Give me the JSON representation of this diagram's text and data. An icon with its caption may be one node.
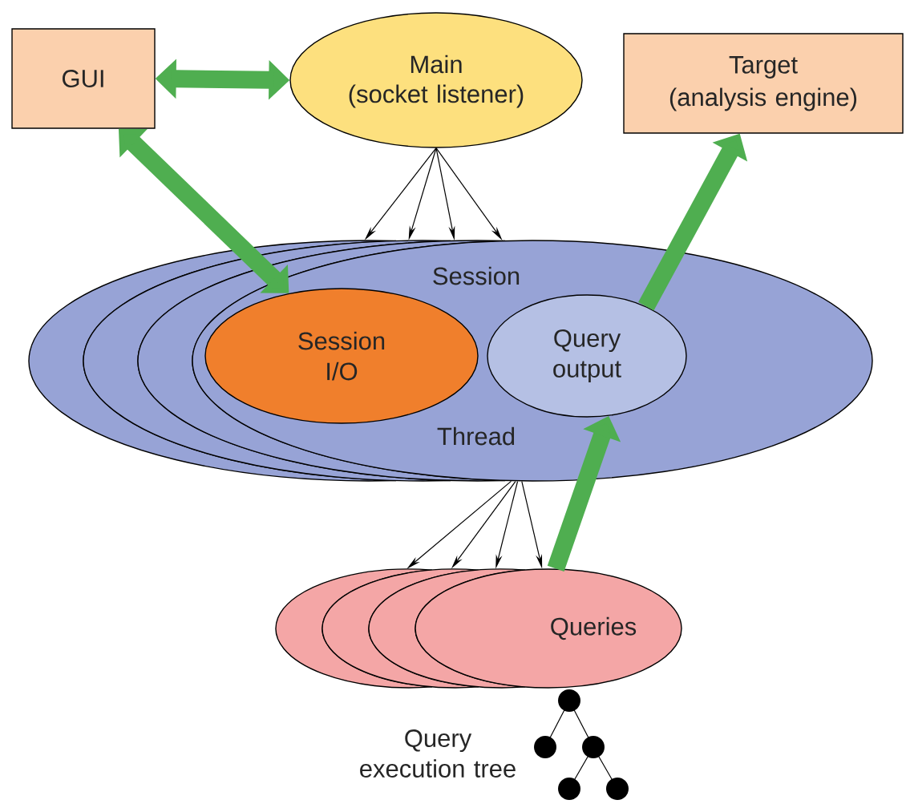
{
  "diagram": {
    "nodes": [
      {
        "text": [
          "GUI"
        ]
      },
      {
        "text": [
          "Main",
          "(socket listener)"
        ]
      },
      {
        "text": [
          "Target",
          "(analysis engine)"
        ]
      },
      {
        "text": [],
        "shape": "ellipse"
      },
      {
        "text": [],
        "shape": "ellipse"
      },
      {
        "text": [],
        "shape": "ellipse"
      },
      {
        "text": [
          "Session",
          "Thread"
        ]
      },
      {
        "text": [
          "Session I/O"
        ],
        "in": 6
      },
      {
        "text": [
          "Query output"
        ],
        "in": 6
      },
      {
        "text": [],
        "shape": "ellipse"
      },
      {
        "text": [],
        "shape": "ellipse"
      },
      {
        "text": [],
        "shape": "ellipse"
      },
      {
        "text": [
          "Queries"
        ]
      }
    ],
    "edges": [
      {
        "from": 0,
        "to": 1,
        "arrow": "both",
        "style": "thick",
        "color": "#4fae50"
      },
      {
        "from": 0,
        "to": 7,
        "arrow": "both",
        "style": "thick",
        "color": "#4fae50"
      },
      {
        "from": 8,
        "to": 2,
        "arrow": "to",
        "style": "thick",
        "color": "#4fae50"
      },
      {
        "from": 1,
        "to": 3,
        "arrow": "to"
      },
      {
        "from": 1,
        "to": 4,
        "arrow": "to"
      },
      {
        "from": 1,
        "to": 5,
        "arrow": "to"
      },
      {
        "from": 1,
        "to": 6,
        "arrow": "to"
      },
      {
        "from": 6,
        "to": 9,
        "arrow": "to"
      },
      {
        "from": 6,
        "to": 10,
        "arrow": "to"
      },
      {
        "from": 6,
        "to": 11,
        "arrow": "to"
      },
      {
        "from": 6,
        "to": 12,
        "arrow": "to"
      },
      {
        "from": 12,
        "to": 8,
        "arrow": "to",
        "style": "thick",
        "color": "#4fae50"
      }
    ],
    "labels": [
      "Query execution tree"
    ]
  }
}
